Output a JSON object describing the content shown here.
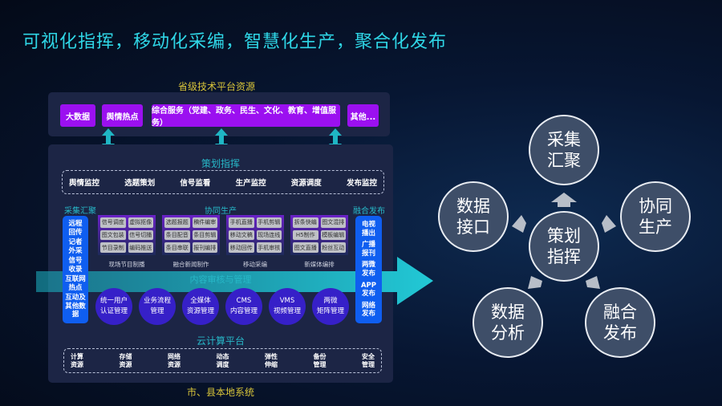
{
  "title": "可视化指挥，移动化采编，智慧化生产，聚合化发布",
  "provincial": {
    "caption": "省级技术平台资源",
    "items": [
      "大数据",
      "舆情热点",
      "综合服务（党建、政务、民生、文化、教育、增值服务）",
      "其他..."
    ]
  },
  "planning": {
    "title": "策划指挥",
    "items": [
      "舆情监控",
      "选题策划",
      "信号监看",
      "生产监控",
      "资源调度",
      "发布监控"
    ]
  },
  "collect": {
    "title": "采集汇聚",
    "items": [
      "远程\n回传",
      "记者\n外采",
      "信号\n收录",
      "互联网\n热点",
      "互动及\n其他数据"
    ]
  },
  "production": {
    "title": "协同生产",
    "groups": [
      {
        "label": "现场节目制播",
        "chips": [
          "信号调度",
          "虚拟抠像",
          "图文包装",
          "信号切播",
          "节目录制",
          "编码推送"
        ]
      },
      {
        "label": "融合新闻制作",
        "chips": [
          "选题报题",
          "稿件编审",
          "条目配音",
          "条目剪辑",
          "条目串联",
          "报刊编排"
        ]
      },
      {
        "label": "移动采编",
        "chips": [
          "手机直播",
          "手机剪辑",
          "移动文稿",
          "现场连线",
          "移动回传",
          "手机审核"
        ]
      },
      {
        "label": "新媒体编排",
        "chips": [
          "拆条快编",
          "图文混排",
          "H5制作",
          "模板编辑",
          "图文直播",
          "粉丝互动"
        ]
      }
    ]
  },
  "publish": {
    "title": "融合发布",
    "items": [
      "电视\n播出",
      "广播\n报刊",
      "两微\n发布",
      "APP\n发布",
      "网络\n发布"
    ]
  },
  "review": {
    "title": "内容审核与管理",
    "circles": [
      "统一用户\n认证管理",
      "业务流程\n管理",
      "全媒体\n资源管理",
      "CMS\n内容管理",
      "VMS\n视频管理",
      "两微\n矩阵管理"
    ]
  },
  "cloud": {
    "title": "云计算平台",
    "items": [
      "计算\n资源",
      "存储\n资源",
      "网络\n资源",
      "动态\n调度",
      "弹性\n伸缩",
      "备份\n管理",
      "安全\n管理"
    ]
  },
  "local": {
    "caption": "市、县本地系统"
  },
  "cycle": {
    "center": "策划\n指挥",
    "nodes": [
      "采集\n汇聚",
      "协同\n生产",
      "融合\n发布",
      "数据\n分析",
      "数据\n接口"
    ]
  }
}
